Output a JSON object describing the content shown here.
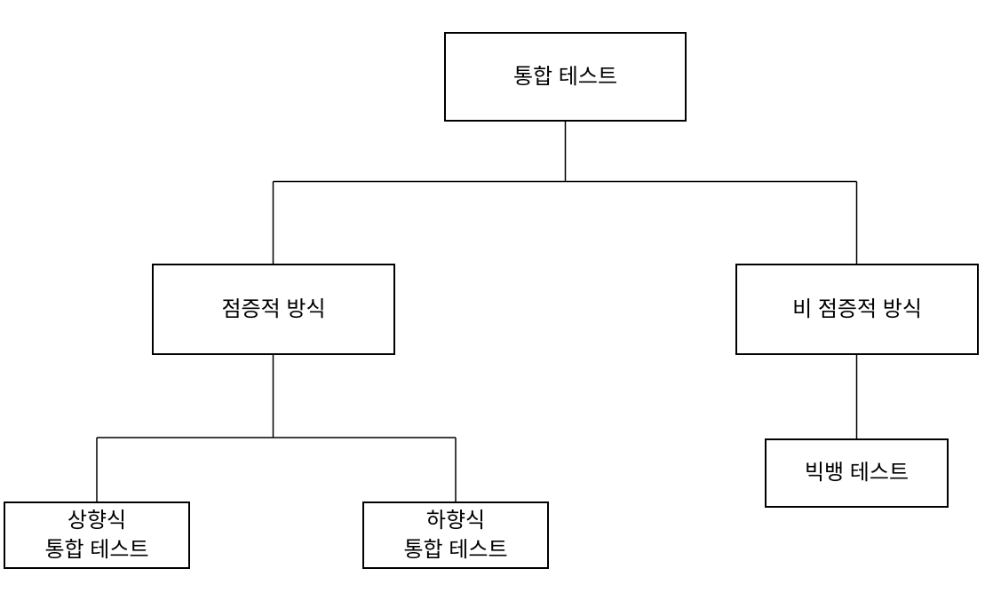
{
  "diagram": {
    "type": "tree",
    "colors": {
      "background": "#ffffff",
      "line": "#000000",
      "box_fill": "#ffffff",
      "box_border": "#000000",
      "text": "#000000"
    },
    "nodes": {
      "root": {
        "label": "통합 테스트"
      },
      "incremental": {
        "label": "점증적 방식"
      },
      "non_incremental": {
        "label": "비 점증적 방식"
      },
      "bottom_up": {
        "label": "상향식\n통합 테스트"
      },
      "top_down": {
        "label": "하향식\n통합 테스트"
      },
      "big_bang": {
        "label": "빅뱅 테스트"
      }
    },
    "edges": [
      {
        "from": "통합 테스트",
        "to": "점증적 방식"
      },
      {
        "from": "통합 테스트",
        "to": "비 점증적 방식"
      },
      {
        "from": "점증적 방식",
        "to": "상향식 통합 테스트"
      },
      {
        "from": "점증적 방식",
        "to": "하향식 통합 테스트"
      },
      {
        "from": "비 점증적 방식",
        "to": "빅뱅 테스트"
      }
    ]
  }
}
